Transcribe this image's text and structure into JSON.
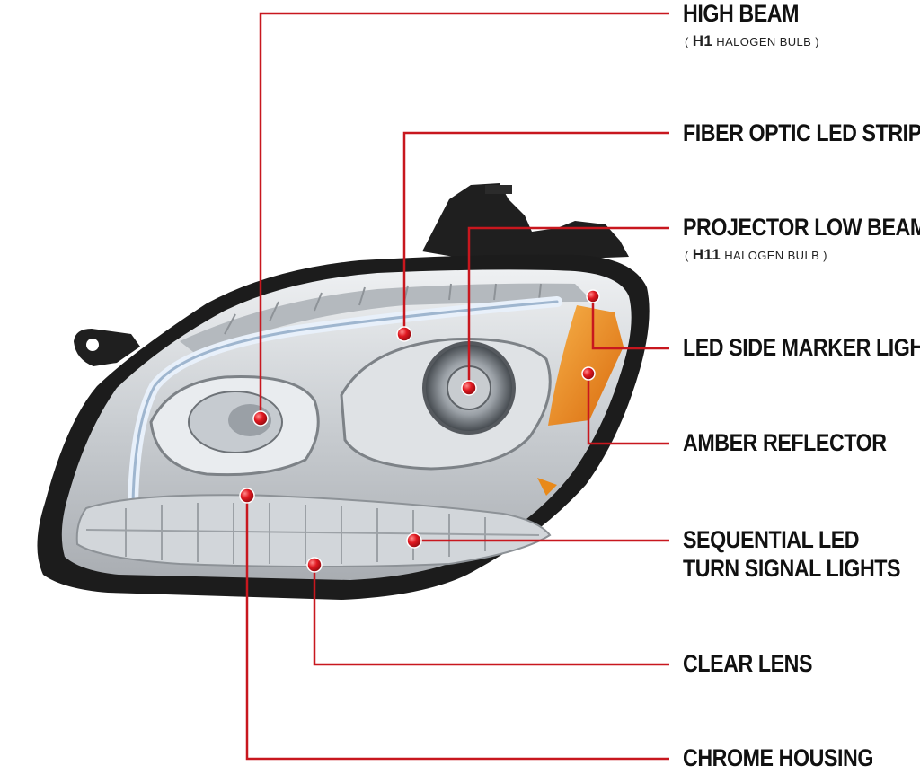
{
  "callouts": [
    {
      "id": "high-beam",
      "label": "HIGH BEAM",
      "sub_prefix": "( ",
      "sub_code": "H1",
      "sub_suffix": " HALOGEN BULB )"
    },
    {
      "id": "fiber-optic",
      "label": "FIBER OPTIC LED STRIP"
    },
    {
      "id": "projector",
      "label": "PROJECTOR LOW BEAM",
      "sub_prefix": "( ",
      "sub_code": "H11",
      "sub_suffix": " HALOGEN BULB )"
    },
    {
      "id": "side-marker",
      "label": "LED SIDE MARKER LIGHT"
    },
    {
      "id": "amber",
      "label": "AMBER REFLECTOR"
    },
    {
      "id": "sequential",
      "label_line1": "SEQUENTIAL LED",
      "label_line2": "TURN SIGNAL LIGHTS"
    },
    {
      "id": "clear-lens",
      "label": "CLEAR LENS"
    },
    {
      "id": "chrome",
      "label": "CHROME HOUSING"
    }
  ],
  "colors": {
    "leader": "#c8171e",
    "dot": "#d8141b",
    "housing": "#1c1c1c",
    "chrome": "#d6d9dc",
    "amber": "#e8891a",
    "led_strip": "#dfe9f5"
  }
}
